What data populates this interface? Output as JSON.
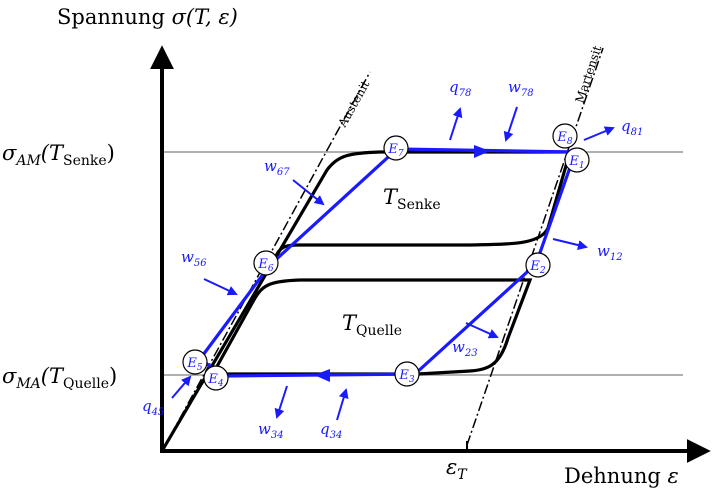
{
  "axes": {
    "y_label": {
      "main": "Spannung ",
      "math": "σ(T, ε)"
    },
    "x_label": {
      "main": "Dehnung ",
      "math": "ε"
    },
    "x_tick": {
      "sym": "ε",
      "sub": "T"
    }
  },
  "stress_levels": {
    "am": {
      "sym": "σ",
      "sub": "AM",
      "arg_open": "(T",
      "arg_sub": "Senke",
      "arg_close": ")"
    },
    "ma": {
      "sym": "σ",
      "sub": "MA",
      "arg_open": "(T",
      "arg_sub": "Quelle",
      "arg_close": ")"
    }
  },
  "lines": {
    "austenite": "Austenit",
    "martensite": "Martensit"
  },
  "loops": {
    "upper": {
      "sym": "T",
      "sub": "Senke"
    },
    "lower": {
      "sym": "T",
      "sub": "Quelle"
    }
  },
  "nodes": [
    {
      "sym": "E",
      "sub": "1"
    },
    {
      "sym": "E",
      "sub": "2"
    },
    {
      "sym": "E",
      "sub": "3"
    },
    {
      "sym": "E",
      "sub": "4"
    },
    {
      "sym": "E",
      "sub": "5"
    },
    {
      "sym": "E",
      "sub": "6"
    },
    {
      "sym": "E",
      "sub": "7"
    },
    {
      "sym": "E",
      "sub": "8"
    }
  ],
  "energies": {
    "q78": {
      "sym": "q",
      "sub": "78"
    },
    "w78": {
      "sym": "w",
      "sub": "78"
    },
    "q81": {
      "sym": "q",
      "sub": "81"
    },
    "w67": {
      "sym": "w",
      "sub": "67"
    },
    "w12": {
      "sym": "w",
      "sub": "12"
    },
    "w56": {
      "sym": "w",
      "sub": "56"
    },
    "w23": {
      "sym": "w",
      "sub": "23"
    },
    "q45": {
      "sym": "q",
      "sub": "45"
    },
    "w34": {
      "sym": "w",
      "sub": "34"
    },
    "q34": {
      "sym": "q",
      "sub": "34"
    }
  },
  "colors": {
    "axis": "#000000",
    "curve": "#000000",
    "cycle": "#1a1aff",
    "guide": "#808080"
  }
}
